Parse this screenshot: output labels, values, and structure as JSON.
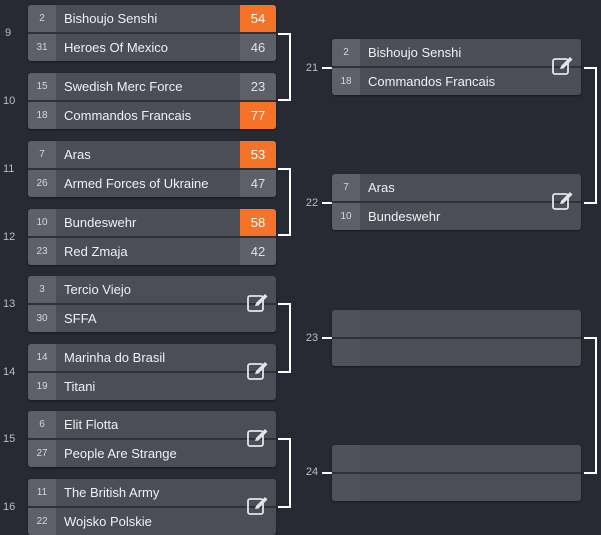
{
  "round1": [
    {
      "num": "9",
      "top": {
        "seed": "2",
        "name": "Bishoujo Senshi",
        "score": "54",
        "win": true
      },
      "bottom": {
        "seed": "31",
        "name": "Heroes Of Mexico",
        "score": "46",
        "win": false
      }
    },
    {
      "num": "10",
      "top": {
        "seed": "15",
        "name": "Swedish Merc Force",
        "score": "23",
        "win": false
      },
      "bottom": {
        "seed": "18",
        "name": "Commandos Francais",
        "score": "77",
        "win": true
      }
    },
    {
      "num": "11",
      "top": {
        "seed": "7",
        "name": "Aras",
        "score": "53",
        "win": true
      },
      "bottom": {
        "seed": "26",
        "name": "Armed Forces of Ukraine",
        "score": "47",
        "win": false
      }
    },
    {
      "num": "12",
      "top": {
        "seed": "10",
        "name": "Bundeswehr",
        "score": "58",
        "win": true
      },
      "bottom": {
        "seed": "23",
        "name": "Red Zmaja",
        "score": "42",
        "win": false
      }
    },
    {
      "num": "13",
      "top": {
        "seed": "3",
        "name": "Tercio Viejo"
      },
      "bottom": {
        "seed": "30",
        "name": "SFFA"
      }
    },
    {
      "num": "14",
      "top": {
        "seed": "14",
        "name": "Marinha do Brasil"
      },
      "bottom": {
        "seed": "19",
        "name": "Titani"
      }
    },
    {
      "num": "15",
      "top": {
        "seed": "6",
        "name": "Elit Flotta"
      },
      "bottom": {
        "seed": "27",
        "name": "People Are Strange"
      }
    },
    {
      "num": "16",
      "top": {
        "seed": "11",
        "name": "The British Army"
      },
      "bottom": {
        "seed": "22",
        "name": "Wojsko Polskie"
      }
    }
  ],
  "round2": [
    {
      "num": "21",
      "top": {
        "seed": "2",
        "name": "Bishoujo Senshi"
      },
      "bottom": {
        "seed": "18",
        "name": "Commandos Francais"
      }
    },
    {
      "num": "22",
      "top": {
        "seed": "7",
        "name": "Aras"
      },
      "bottom": {
        "seed": "10",
        "name": "Bundeswehr"
      }
    },
    {
      "num": "23",
      "top": {
        "seed": "",
        "name": ""
      },
      "bottom": {
        "seed": "",
        "name": ""
      }
    },
    {
      "num": "24",
      "top": {
        "seed": "",
        "name": ""
      },
      "bottom": {
        "seed": "",
        "name": ""
      }
    }
  ],
  "colors": {
    "win": "#f47328",
    "card": "#4b4e57",
    "background": "#272a33"
  },
  "icons": {
    "edit": "edit-icon"
  }
}
